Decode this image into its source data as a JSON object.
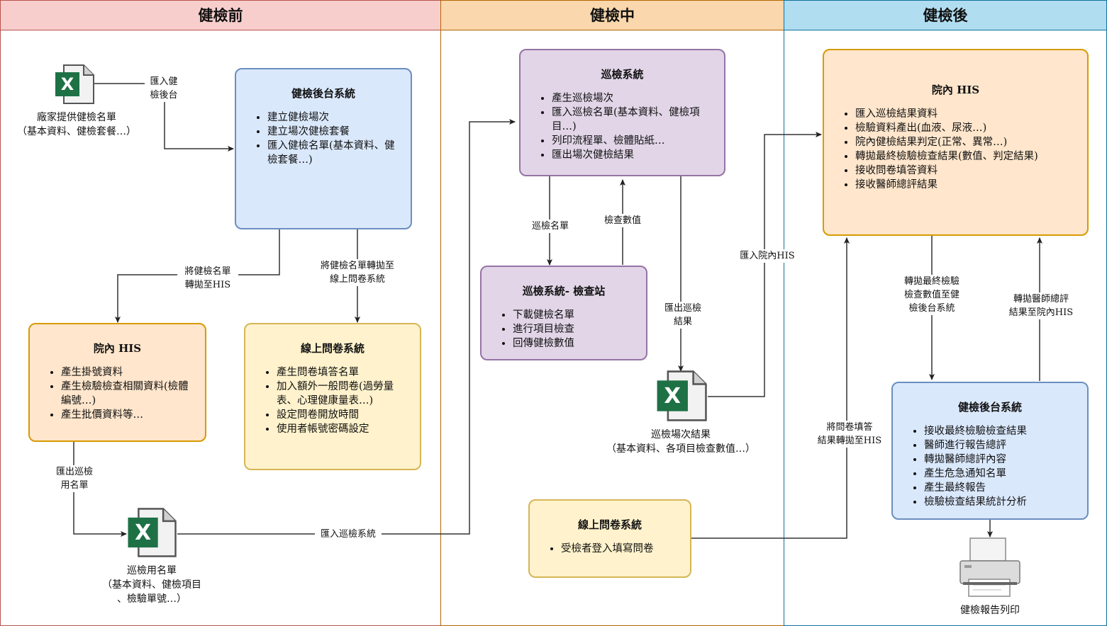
{
  "lanes": [
    {
      "title": "健檢前",
      "fill": "#f8cecc",
      "stroke": "#b85450"
    },
    {
      "title": "健檢中",
      "fill": "#fad7ac",
      "stroke": "#b46504"
    },
    {
      "title": "健檢後",
      "fill": "#b1ddf0",
      "stroke": "#10739e"
    }
  ],
  "boxes": {
    "backend_pre": {
      "title": "健檢後台系統",
      "items": [
        "建立健檢場次",
        "建立場次健檢套餐",
        "匯入健檢名單(基本資料、健檢套餐…)"
      ]
    },
    "his_pre": {
      "title": "院內 HIS",
      "items": [
        "產生掛號資料",
        "產生檢驗檢查相關資料(檢體編號…)",
        "產生批價資料等…"
      ]
    },
    "survey_pre": {
      "title": "線上問卷系統",
      "items": [
        "產生問卷填答名單",
        "加入額外一般問卷(過勞量表、心理健康量表…)",
        "設定問卷開放時間",
        "使用者帳號密碼設定"
      ]
    },
    "patrol": {
      "title": "巡檢系統",
      "items": [
        "產生巡檢場次",
        "匯入巡檢名單(基本資料、健檢項目…)",
        "列印流程單、檢體貼紙…",
        "匯出場次健檢結果"
      ]
    },
    "station": {
      "title": "巡檢系統- 檢查站",
      "items": [
        "下載健檢名單",
        "進行項目檢查",
        "回傳健檢數值"
      ]
    },
    "survey_mid": {
      "title": "線上問卷系統",
      "items": [
        "受檢者登入填寫問卷"
      ]
    },
    "his_post": {
      "title": "院內 HIS",
      "items": [
        "匯入巡檢結果資料",
        "檢驗資料產出(血液、尿液…)",
        "院內健檢結果判定(正常、異常…)",
        "轉拋最終檢驗檢查結果(數值、判定結果)",
        "接收問卷填答資料",
        "接收醫師總評結果"
      ]
    },
    "backend_post": {
      "title": "健檢後台系統",
      "items": [
        "接收最終檢驗檢查結果",
        "醫師進行報告總評",
        "轉拋醫師總評內容",
        "產生危急通知名單",
        "產生最終報告",
        "檢驗檢查結果統計分析"
      ]
    }
  },
  "captions": {
    "vendor": [
      "廠家提供健檢名單",
      "（基本資料、健檢套餐…）"
    ],
    "patrol_list": [
      "巡檢用名單",
      "（基本資料、健檢項目",
      "、檢驗單號…）"
    ],
    "session_result": [
      "巡檢場次結果",
      "（基本資料、各項目檢查數值…）"
    ],
    "print": [
      "健檢報告列印"
    ]
  },
  "edge_labels": {
    "import_backend": [
      "匯入健",
      "檢後台"
    ],
    "to_his": [
      "將健檢名單",
      "轉拋至HIS"
    ],
    "to_survey": [
      "將健檢名單轉拋至",
      "線上問卷系統"
    ],
    "export_patrol": [
      "匯出巡檢",
      "用名單"
    ],
    "import_patrol": [
      "匯入巡檢系統"
    ],
    "patrol_list": [
      "巡檢名單"
    ],
    "check_values": [
      "檢查數值"
    ],
    "export_result": [
      "匯出巡檢",
      "結果"
    ],
    "import_his": [
      "匯入院內HIS"
    ],
    "survey_to_his": [
      "將問卷填答",
      "結果轉拋至HIS"
    ],
    "final_to_backend": [
      "轉拋最終檢驗",
      "檢查數值至健",
      "檢後台系統"
    ],
    "comment_to_his": [
      "轉拋醫師總評",
      "結果至院內HIS"
    ]
  },
  "icons": {
    "excel": "excel-file-icon",
    "printer": "printer-icon"
  },
  "colors": {
    "excel_green": "#1e7145",
    "wire": "#333333"
  }
}
